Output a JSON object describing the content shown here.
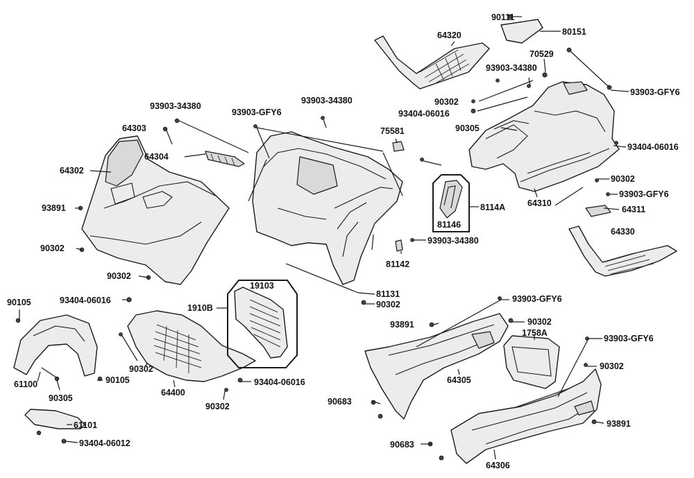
{
  "labels": {
    "l90111": "90111",
    "l80151": "80151",
    "l64320": "64320",
    "l70529": "70529",
    "l93903_34380_a": "93903-34380",
    "l93903_gfy6_a": "93903-GFY6",
    "l90302_a": "90302",
    "l93404_06016_a": "93404-06016",
    "l93903_34380_b": "93903-34380",
    "l93903_gfy6_b": "93903-GFY6",
    "l93903_34380_c": "93903-34380",
    "l64303": "64303",
    "l64304": "64304",
    "l75581": "75581",
    "l90305_a": "90305",
    "l93404_06016_b": "93404-06016",
    "l64302": "64302",
    "l90302_b": "90302",
    "l93903_gfy6_c": "93903-GFY6",
    "l93891_a": "93891",
    "l8114a": "8114A",
    "l64311": "64311",
    "l64310": "64310",
    "l81146": "81146",
    "l90302_c": "90302",
    "l64330": "64330",
    "l93903_34380_d": "93903-34380",
    "l81142": "81142",
    "l90302_d": "90302",
    "l19103": "19103",
    "l81131": "81131",
    "l90105_a": "90105",
    "l93404_06016_c": "93404-06016",
    "l1910b": "1910B",
    "l90302_e": "90302",
    "l93903_gfy6_d": "93903-GFY6",
    "l93891_b": "93891",
    "l90302_f": "90302",
    "l1758a": "1758A",
    "l93903_gfy6_e": "93903-GFY6",
    "l90302_g": "90302",
    "l61100": "61100",
    "l90105_b": "90105",
    "l90302_h": "90302",
    "l64400": "64400",
    "l93404_06016_d": "93404-06016",
    "l64305": "64305",
    "l90305_b": "90305",
    "l90302_i": "90302",
    "l90683_a": "90683",
    "l93891_c": "93891",
    "l61101": "61101",
    "l93404_06012": "93404-06012",
    "l90683_b": "90683",
    "l64306": "64306"
  }
}
